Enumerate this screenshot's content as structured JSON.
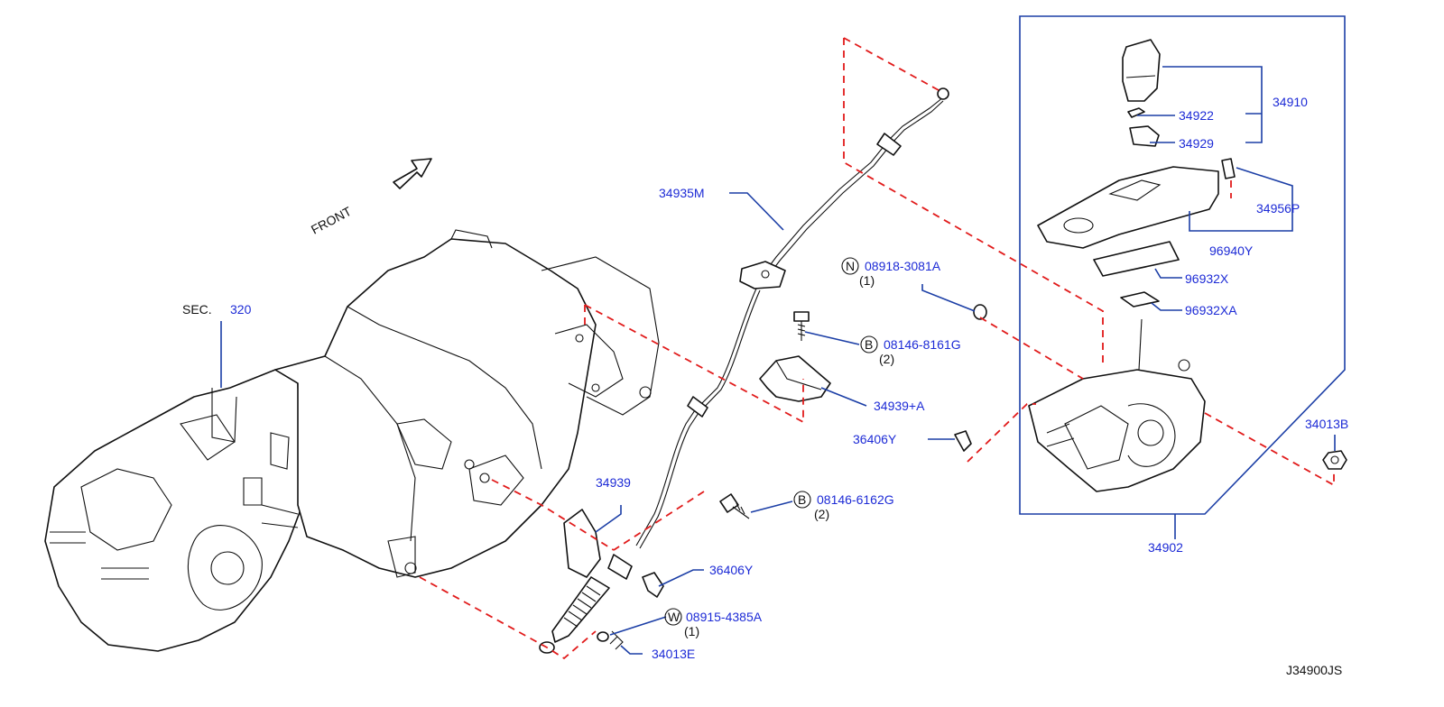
{
  "front_label": "FRONT",
  "sec": {
    "prefix": "SEC.",
    "number": "320"
  },
  "labels": {
    "p34935M": "34935M",
    "p34939A": "34939+A",
    "p34939": "34939",
    "p36406Y_a": "36406Y",
    "p36406Y_b": "36406Y",
    "p34013E": "34013E",
    "p08915": "08915-4385A",
    "p08915_qty": "(1)",
    "p08915_sym": "W",
    "p08146_8161": "08146-8161G",
    "p08146_8161_qty": "(2)",
    "p08146_8161_sym": "B",
    "p08146_6162": "08146-6162G",
    "p08146_6162_qty": "(2)",
    "p08146_6162_sym": "B",
    "p08918": "08918-3081A",
    "p08918_qty": "(1)",
    "p08918_sym": "N",
    "p34910": "34910",
    "p34922": "34922",
    "p34929": "34929",
    "p34956P": "34956P",
    "p96940Y": "96940Y",
    "p96932X": "96932X",
    "p96932XA": "96932XA",
    "p34013B": "34013B",
    "p34902": "34902"
  },
  "diagram_code": "J34900JS",
  "colors": {
    "label": "#1d2bd6",
    "callout": "#1b3ea6",
    "dashed": "#e11b1b",
    "line": "#111111"
  }
}
